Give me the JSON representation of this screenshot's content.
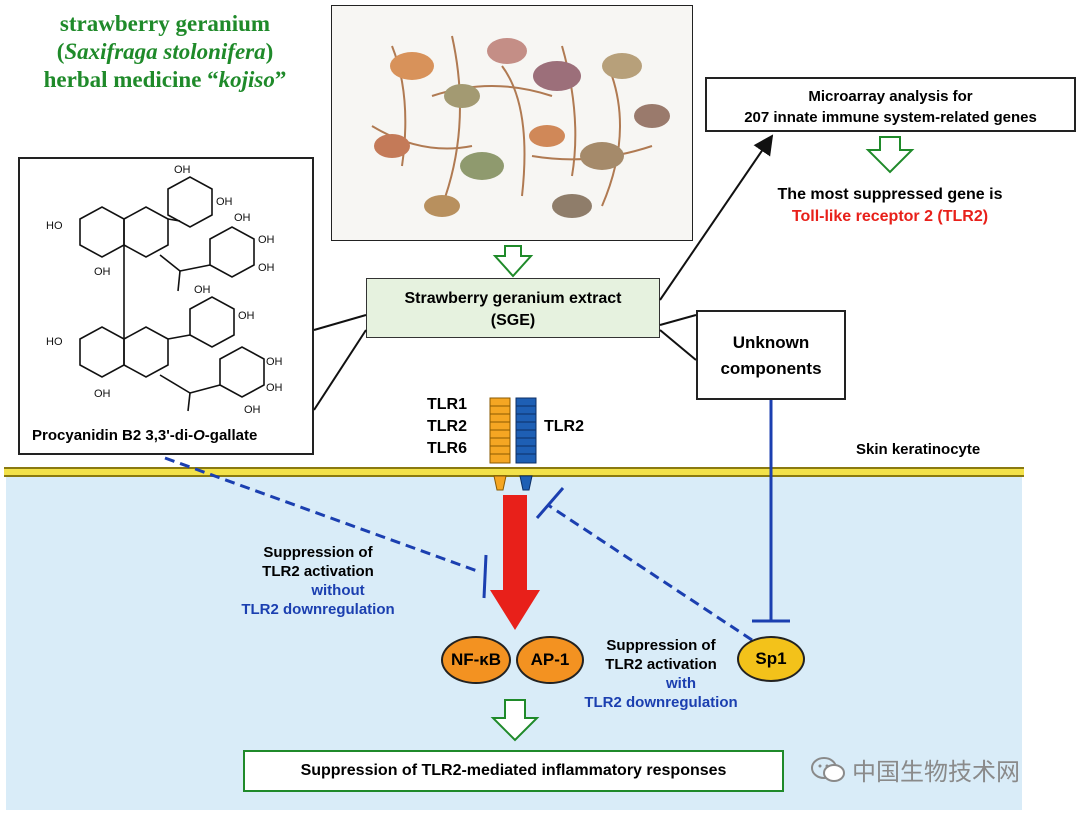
{
  "title": {
    "line1": "strawberry geranium",
    "line2_open": "(",
    "line2_italic": "Saxifraga stolonifera",
    "line2_close": ")",
    "line3_pre": "herbal medicine “",
    "line3_italic": "kojiso",
    "line3_post": "”"
  },
  "structure": {
    "caption_pre": "Procyanidin B2 3,3'-di-",
    "caption_italic": "O",
    "caption_post": "-gallate",
    "oh": "OH",
    "ho": "HO"
  },
  "sge": {
    "line1": "Strawberry geranium extract",
    "line2": "(SGE)"
  },
  "microarray": {
    "line1": "Microarray analysis for",
    "line2": "207 innate immune system-related genes"
  },
  "most_suppressed": {
    "line1": "The most suppressed gene is",
    "line2": "Toll-like receptor 2 (TLR2)"
  },
  "unknown": {
    "line1": "Unknown",
    "line2": "components"
  },
  "receptors": {
    "left": [
      "TLR1",
      "TLR2",
      "TLR6"
    ],
    "right": "TLR2"
  },
  "cell_label": "Skin keratinocyte",
  "left_effect": {
    "line1": "Suppression of",
    "line2": "TLR2 activation",
    "line3": "without",
    "line4": "TLR2 downregulation"
  },
  "right_effect": {
    "line1": "Suppression of",
    "line2": "TLR2 activation",
    "line3": "with",
    "line4": "TLR2 downregulation"
  },
  "tf": {
    "nfkb": "NF-κB",
    "ap1": "AP-1",
    "sp1": "Sp1"
  },
  "result": "Suppression of TLR2-mediated inflammatory responses",
  "watermark": "中国生物技术网",
  "colors": {
    "green": "#1f8a2a",
    "red": "#e8201a",
    "blue": "#1b3fb0",
    "orange": "#f39221",
    "yellow": "#f3c21a",
    "cell": "#d9ecf8"
  }
}
